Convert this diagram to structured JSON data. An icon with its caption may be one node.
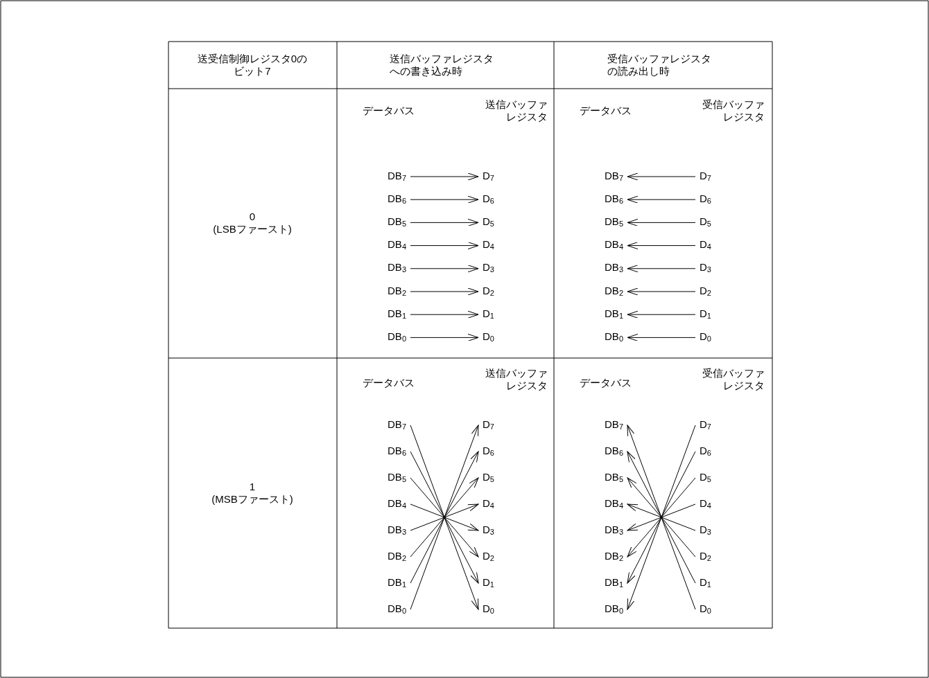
{
  "diagram": {
    "nodes": [
      {
        "text": [
          "DB$_{7}$"
        ]
      },
      {
        "text": [
          "D$_{7}$"
        ]
      },
      {
        "text": [
          "DB$_{6}$"
        ]
      },
      {
        "text": [
          "D$_{6}$"
        ]
      },
      {
        "text": [
          "DB$_{5}$"
        ]
      },
      {
        "text": [
          "D$_{5}$"
        ]
      },
      {
        "text": [
          "DB$_{4}$"
        ]
      },
      {
        "text": [
          "D$_{4}$"
        ]
      },
      {
        "text": [
          "DB$_{3}$"
        ]
      },
      {
        "text": [
          "D$_{3}$"
        ]
      },
      {
        "text": [
          "DB$_{2}$"
        ]
      },
      {
        "text": [
          "D$_{2}$"
        ]
      },
      {
        "text": [
          "DB$_{1}$"
        ]
      },
      {
        "text": [
          "D$_{1}$"
        ]
      },
      {
        "text": [
          "DB$_{0}$"
        ]
      },
      {
        "text": [
          "D$_{0}$"
        ]
      },
      {
        "text": [
          "DB$_{7}$"
        ]
      },
      {
        "text": [
          "D$_{7}$"
        ]
      },
      {
        "text": [
          "DB$_{6}$"
        ]
      },
      {
        "text": [
          "D$_{6}$"
        ]
      },
      {
        "text": [
          "DB$_{5}$"
        ]
      },
      {
        "text": [
          "D$_{5}$"
        ]
      },
      {
        "text": [
          "DB$_{4}$"
        ]
      },
      {
        "text": [
          "D$_{4}$"
        ]
      },
      {
        "text": [
          "DB$_{3}$"
        ]
      },
      {
        "text": [
          "D$_{3}$"
        ]
      },
      {
        "text": [
          "DB$_{2}$"
        ]
      },
      {
        "text": [
          "D$_{2}$"
        ]
      },
      {
        "text": [
          "DB$_{1}$"
        ]
      },
      {
        "text": [
          "D$_{1}$"
        ]
      },
      {
        "text": [
          "DB$_{0}$"
        ]
      },
      {
        "text": [
          "D$_{0}$"
        ]
      },
      {
        "text": [
          "DB$_{7}$"
        ]
      },
      {
        "text": [
          "D$_{7}$"
        ]
      },
      {
        "text": [
          "DB$_{6}$"
        ]
      },
      {
        "text": [
          "D$_{6}$"
        ]
      },
      {
        "text": [
          "DB$_{5}$"
        ]
      },
      {
        "text": [
          "D$_{5}$"
        ]
      },
      {
        "text": [
          "DB$_{4}$"
        ]
      },
      {
        "text": [
          "D$_{4}$"
        ]
      },
      {
        "text": [
          "DB$_{3}$"
        ]
      },
      {
        "text": [
          "D$_{3}$"
        ]
      },
      {
        "text": [
          "DB$_{2}$"
        ]
      },
      {
        "text": [
          "D$_{2}$"
        ]
      },
      {
        "text": [
          "DB$_{1}$"
        ]
      },
      {
        "text": [
          "D$_{1}$"
        ]
      },
      {
        "text": [
          "DB$_{0}$"
        ]
      },
      {
        "text": [
          "D$_{0}$"
        ]
      },
      {
        "text": [
          "DB$_{7}$"
        ]
      },
      {
        "text": [
          "D$_{7}$"
        ]
      },
      {
        "text": [
          "DB$_{6}$"
        ]
      },
      {
        "text": [
          "D$_{6}$"
        ]
      },
      {
        "text": [
          "DB$_{5}$"
        ]
      },
      {
        "text": [
          "D$_{5}$"
        ]
      },
      {
        "text": [
          "DB$_{4}$"
        ]
      },
      {
        "text": [
          "D$_{4}$"
        ]
      },
      {
        "text": [
          "DB$_{3}$"
        ]
      },
      {
        "text": [
          "D$_{3}$"
        ]
      },
      {
        "text": [
          "DB$_{2}$"
        ]
      },
      {
        "text": [
          "D$_{2}$"
        ]
      },
      {
        "text": [
          "DB$_{1}$"
        ]
      },
      {
        "text": [
          "D$_{1}$"
        ]
      },
      {
        "text": [
          "DB$_{0}$"
        ]
      },
      {
        "text": [
          "D$_{0}$"
        ]
      }
    ],
    "edges": [
      {
        "from": 0,
        "to": 1,
        "arrow": "to"
      },
      {
        "from": 2,
        "to": 3,
        "arrow": "to"
      },
      {
        "from": 4,
        "to": 5,
        "arrow": "to"
      },
      {
        "from": 6,
        "to": 7,
        "arrow": "to"
      },
      {
        "from": 8,
        "to": 9,
        "arrow": "to"
      },
      {
        "from": 10,
        "to": 11,
        "arrow": "to"
      },
      {
        "from": 12,
        "to": 13,
        "arrow": "to"
      },
      {
        "from": 14,
        "to": 15,
        "arrow": "to"
      },
      {
        "from": 17,
        "to": 16,
        "arrow": "to"
      },
      {
        "from": 19,
        "to": 18,
        "arrow": "to"
      },
      {
        "from": 21,
        "to": 20,
        "arrow": "to"
      },
      {
        "from": 23,
        "to": 22,
        "arrow": "to"
      },
      {
        "from": 25,
        "to": 24,
        "arrow": "to"
      },
      {
        "from": 27,
        "to": 26,
        "arrow": "to"
      },
      {
        "from": 29,
        "to": 28,
        "arrow": "to"
      },
      {
        "from": 31,
        "to": 30,
        "arrow": "to"
      },
      {
        "from": 32,
        "to": 47,
        "arrow": "to"
      },
      {
        "from": 34,
        "to": 45,
        "arrow": "to"
      },
      {
        "from": 36,
        "to": 43,
        "arrow": "to"
      },
      {
        "from": 38,
        "to": 41,
        "arrow": "to"
      },
      {
        "from": 40,
        "to": 39,
        "arrow": "to"
      },
      {
        "from": 42,
        "to": 37,
        "arrow": "to"
      },
      {
        "from": 44,
        "to": 35,
        "arrow": "to"
      },
      {
        "from": 46,
        "to": 33,
        "arrow": "to"
      },
      {
        "from": 49,
        "to": 62,
        "arrow": "to"
      },
      {
        "from": 51,
        "to": 60,
        "arrow": "to"
      },
      {
        "from": 53,
        "to": 58,
        "arrow": "to"
      },
      {
        "from": 55,
        "to": 56,
        "arrow": "to"
      },
      {
        "from": 57,
        "to": 54,
        "arrow": "to"
      },
      {
        "from": 59,
        "to": 52,
        "arrow": "to"
      },
      {
        "from": 61,
        "to": 50,
        "arrow": "to"
      },
      {
        "from": 63,
        "to": 48,
        "arrow": "to"
      }
    ],
    "labels": [
      "送受信制御レジスタ0のビット7",
      "送信バッファレジスタへの書き込み時",
      "受信バッファレジスタの読み出し時",
      "0 (LSBファースト)",
      "データバス",
      "送信バッファレジスタ",
      "データバス",
      "受信バッファレジスタ",
      "1 (MSBファースト)",
      "データバス",
      "送信バッファレジスタ",
      "データバス",
      "受信バッファレジスタ"
    ]
  }
}
